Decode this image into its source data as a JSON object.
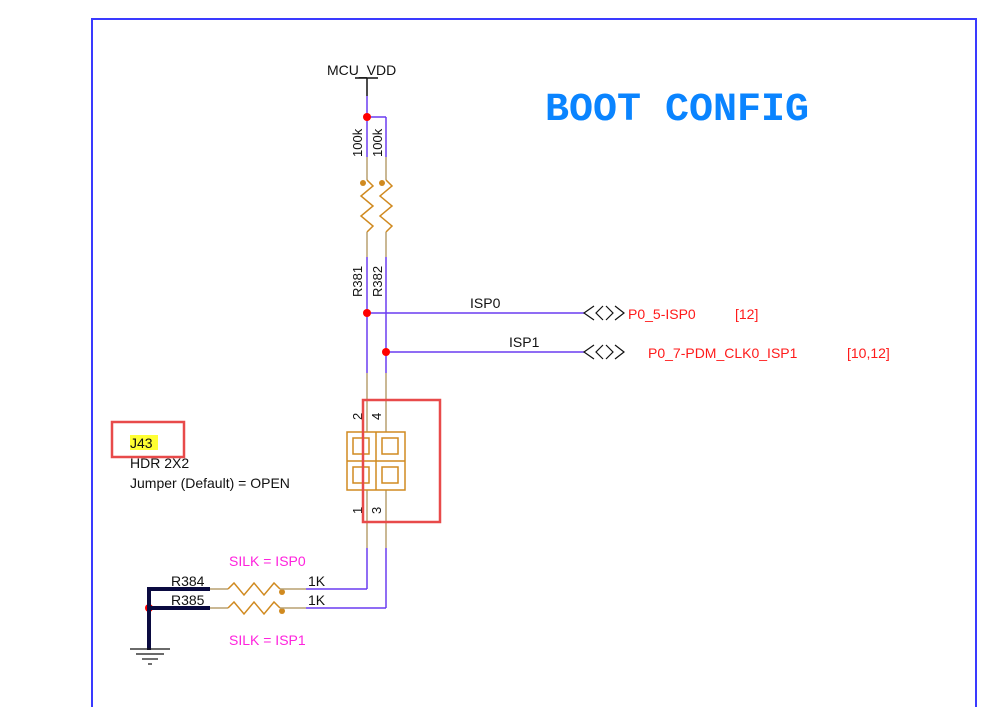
{
  "sheet": {
    "title": "BOOT CONFIG",
    "colors": {
      "border": "#3a3aff",
      "wire": "#6a3cf0",
      "component": "#d08a20",
      "pin_lead": "#b8a070",
      "junction": "#ff0000",
      "title": "#0a84ff",
      "net_label": "#ff1a1a",
      "silk": "#ff22dd",
      "highlight_box": "#e84a4a",
      "ground_wire": "#0a0a40",
      "text": "#111111",
      "refdes_highlight": "#ffff33"
    }
  },
  "power": {
    "net": "MCU_VDD"
  },
  "pullups": [
    {
      "refdes": "R381",
      "value": "100k"
    },
    {
      "refdes": "R382",
      "value": "100k"
    }
  ],
  "nets": [
    {
      "name": "ISP0",
      "port_label": "P0_5-ISP0",
      "page_refs": "[12]"
    },
    {
      "name": "ISP1",
      "port_label": "P0_7-PDM_CLK0_ISP1",
      "page_refs": "[10,12]"
    }
  ],
  "header": {
    "refdes": "J43",
    "type": "HDR 2X2",
    "note": "Jumper (Default) = OPEN",
    "pins": [
      "1",
      "2",
      "3",
      "4"
    ]
  },
  "pulldowns": [
    {
      "refdes": "R384",
      "value": "1K",
      "silk": "SILK = ISP0"
    },
    {
      "refdes": "R385",
      "value": "1K",
      "silk": "SILK = ISP1"
    }
  ]
}
